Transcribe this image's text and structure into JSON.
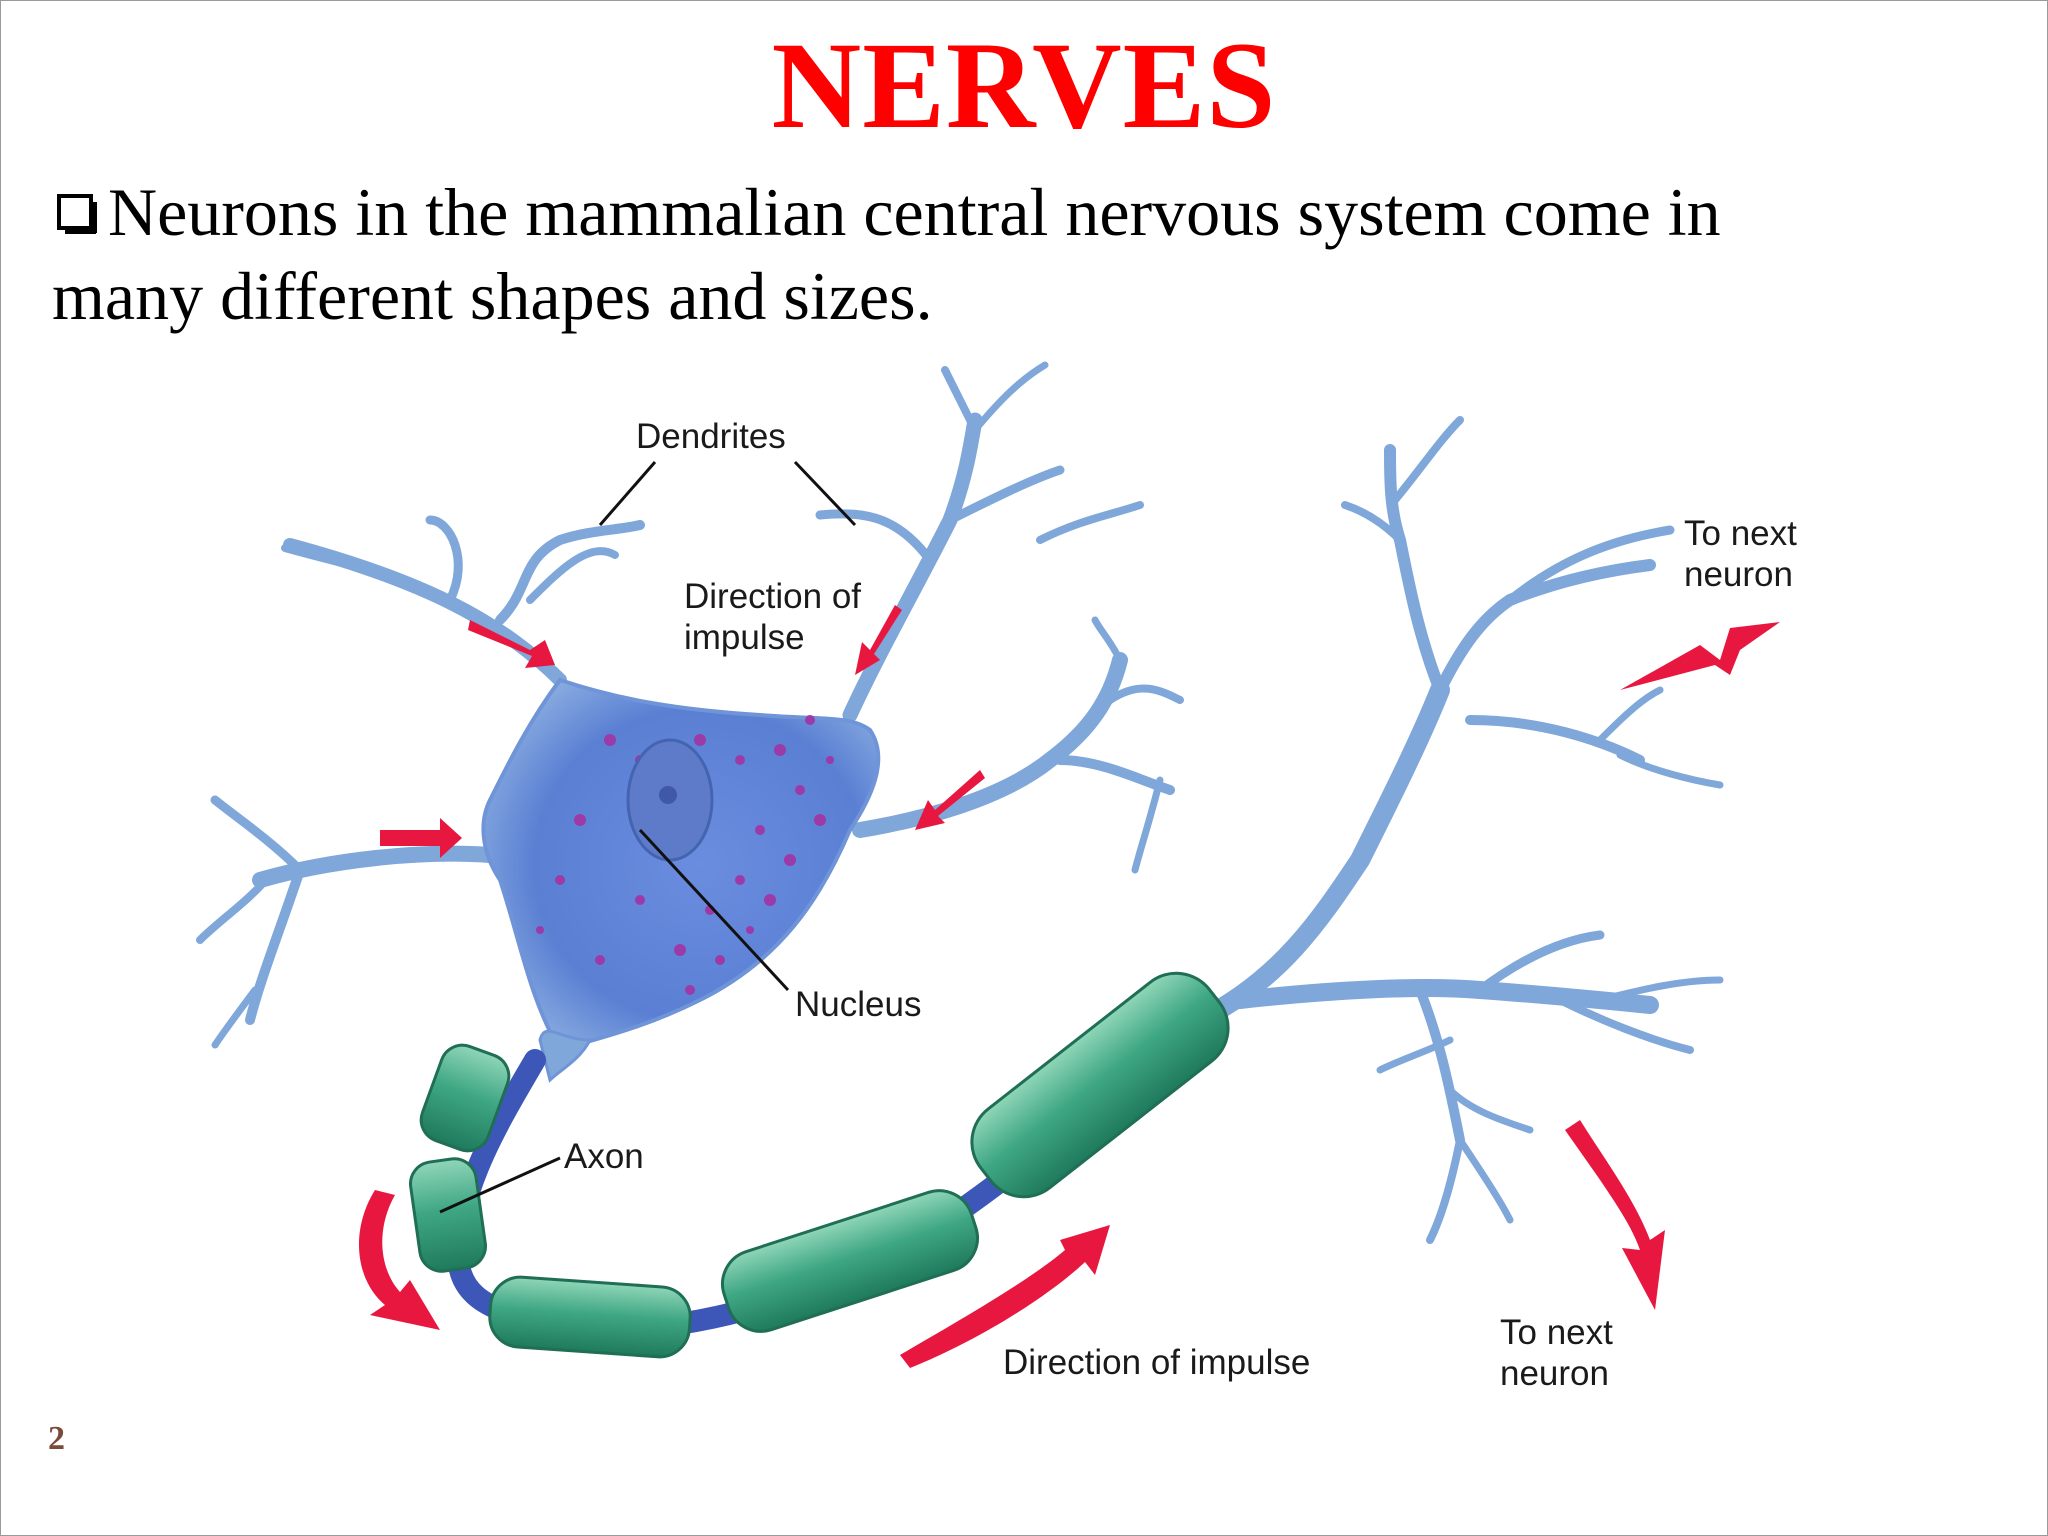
{
  "slide": {
    "title": "NERVES",
    "bullet_text_line1": "Neurons in the mammalian central nervous system come in",
    "bullet_text_line2": "many different shapes and sizes.",
    "page_number": "2"
  },
  "diagram": {
    "labels": {
      "dendrites": "Dendrites",
      "direction_of": "Direction of",
      "impulse": "impulse",
      "to_next_1": "To next",
      "neuron_1": "neuron",
      "nucleus": "Nucleus",
      "axon": "Axon",
      "direction_of_impulse": "Direction of impulse",
      "to_next_2": "To next",
      "neuron_2": "neuron"
    },
    "colors": {
      "title": "#ff0000",
      "neuron_blue": "#7fa7d9",
      "cell_body": "#5b7fd1",
      "myelin": "#3fa784",
      "node": "#3c57b8",
      "arrow": "#e8173f",
      "granules": "#9c3aa8"
    }
  }
}
